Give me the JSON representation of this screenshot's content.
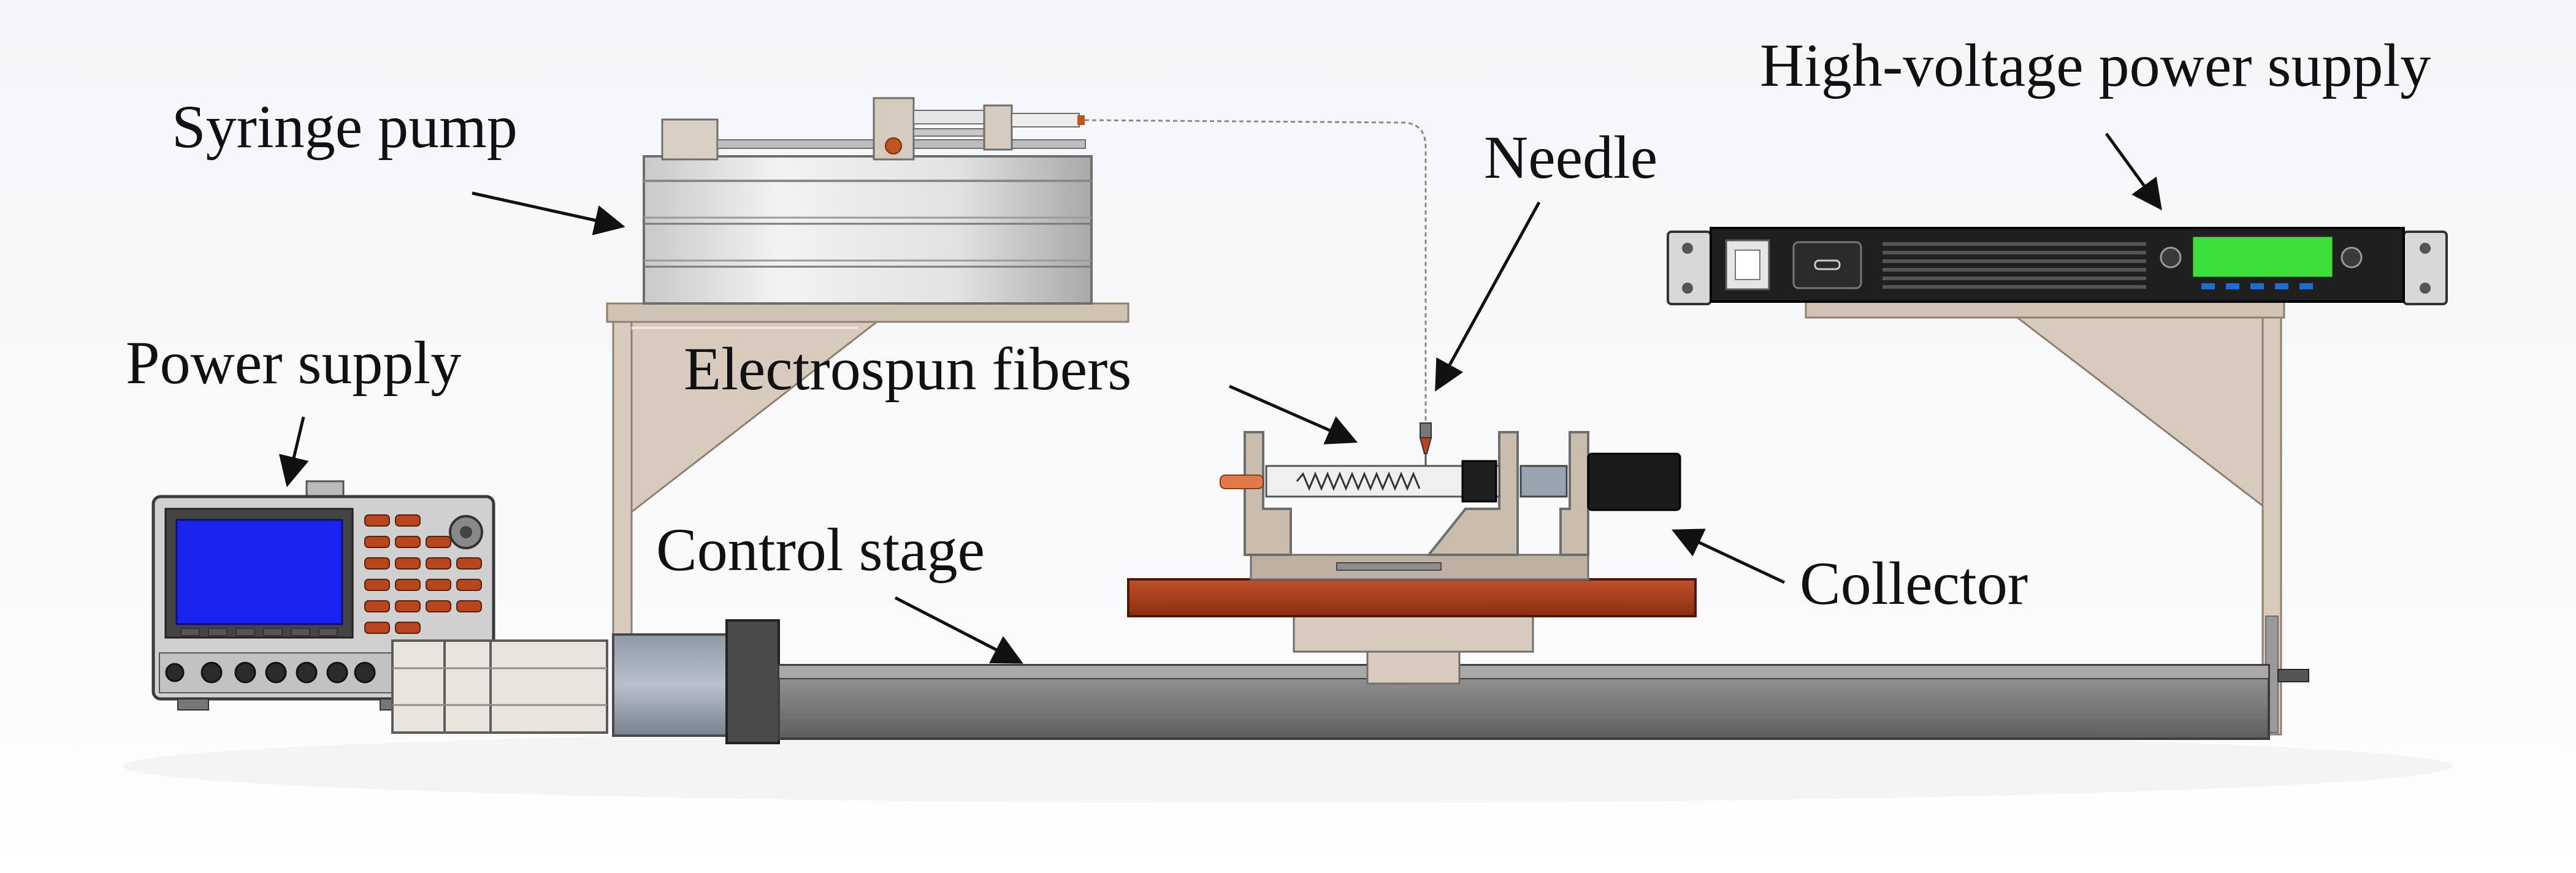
{
  "labels": {
    "syringe_pump": "Syringe pump",
    "high_voltage_power_supply": "High-voltage power supply",
    "needle": "Needle",
    "power_supply": "Power supply",
    "electrospun_fibers": "Electrospun fibers",
    "control_stage": "Control stage",
    "collector": "Collector"
  },
  "colors": {
    "background_top": "#f7f8fa",
    "background_bottom": "#ffffff",
    "frame": "#d6cbbd",
    "frame_dark": "#a89a88",
    "screen_blue": "#1b23f0",
    "hv_display_green": "#3de03a",
    "collector_plate": "#a5391a",
    "rail": "#8c8c8c",
    "knob_red": "#b7461f"
  }
}
